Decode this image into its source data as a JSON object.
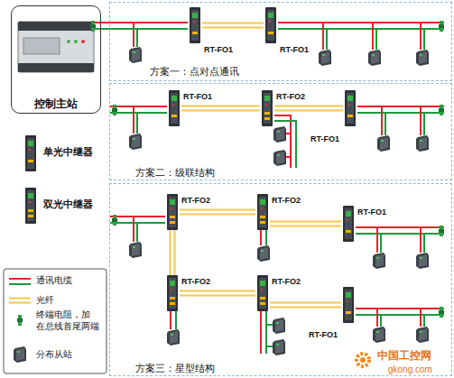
{
  "diagram": {
    "nodes": [
      {
        "text": [
          "控制主站"
        ]
      },
      {
        "text": [
          "方案一：点对点通讯"
        ]
      },
      {
        "text": [
          "RT-FO1"
        ],
        "in": 1
      },
      {
        "text": [
          "RT-FO1"
        ],
        "in": 1
      },
      {
        "text": [
          "方案二：级联结构"
        ]
      },
      {
        "text": [
          "RT-FO1"
        ],
        "in": 4
      },
      {
        "text": [
          "RT-FO2"
        ],
        "in": 4
      },
      {
        "text": [
          "RT-FO1"
        ],
        "in": 4
      },
      {
        "text": [
          "方案三：星型结构"
        ]
      },
      {
        "text": [
          "RT-FO2"
        ],
        "in": 8
      },
      {
        "text": [
          "RT-FO2"
        ],
        "in": 8
      },
      {
        "text": [
          "RT-FO1"
        ],
        "in": 8
      },
      {
        "text": [
          "RT-FO2"
        ],
        "in": 8
      },
      {
        "text": [
          "RT-FO2"
        ],
        "in": 8
      },
      {
        "text": [
          "RT-FO1"
        ],
        "in": 8
      }
    ],
    "edges": [
      {
        "from": 0,
        "to": 2,
        "arrow": "none"
      },
      {
        "from": 2,
        "to": 3,
        "arrow": "none"
      },
      {
        "from": 5,
        "to": 6,
        "arrow": "none"
      },
      {
        "from": 6,
        "to": 7,
        "arrow": "none"
      },
      {
        "from": 9,
        "to": 10,
        "arrow": "none"
      },
      {
        "from": 10,
        "to": 11,
        "arrow": "none"
      },
      {
        "from": 9,
        "to": 12,
        "arrow": "none"
      },
      {
        "from": 12,
        "to": 13,
        "arrow": "none"
      },
      {
        "from": 13,
        "to": 14,
        "arrow": "none"
      }
    ],
    "labels": [
      "中国工控网",
      "gkong.com"
    ],
    "legend": [
      {
        "text": "单光中继器"
      },
      {
        "text": "双光中继器"
      },
      {
        "text": "通讯电缆"
      },
      {
        "text": "光纤"
      },
      {
        "text": "终端电阻，加 在总线首尾两端"
      },
      {
        "text": "分布从站"
      }
    ]
  }
}
